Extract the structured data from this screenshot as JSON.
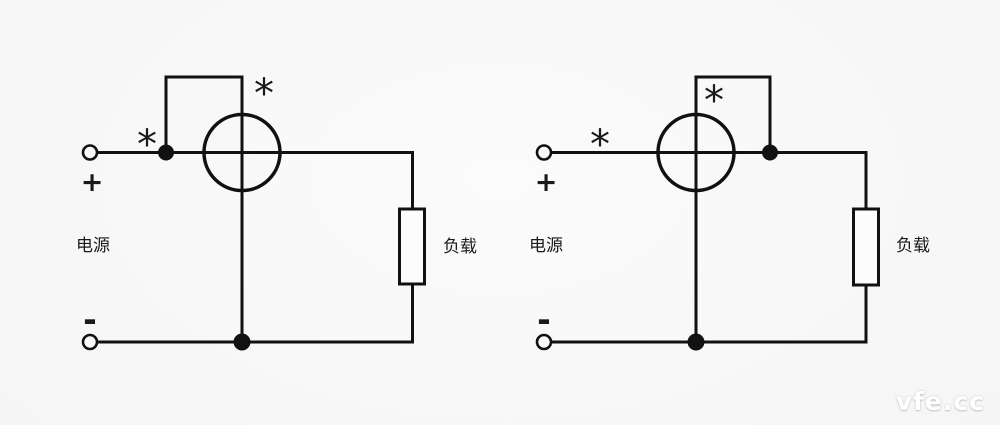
{
  "colors": {
    "line": "#111111",
    "text": "#1a1a1a",
    "background_center": "#fbfbfb",
    "background_edge": "#eaeaea",
    "watermark": "#ffffff"
  },
  "watermark": {
    "text": "vfe.cc"
  },
  "circuits": [
    {
      "source_label": "电源",
      "load_label": "负载",
      "positive_label": "+",
      "negative_label": "-",
      "current_coil_mark": "*",
      "voltage_coil_mark": "*"
    },
    {
      "source_label": "电源",
      "load_label": "负载",
      "positive_label": "+",
      "negative_label": "-",
      "current_coil_mark": "*",
      "voltage_coil_mark": "*"
    }
  ]
}
